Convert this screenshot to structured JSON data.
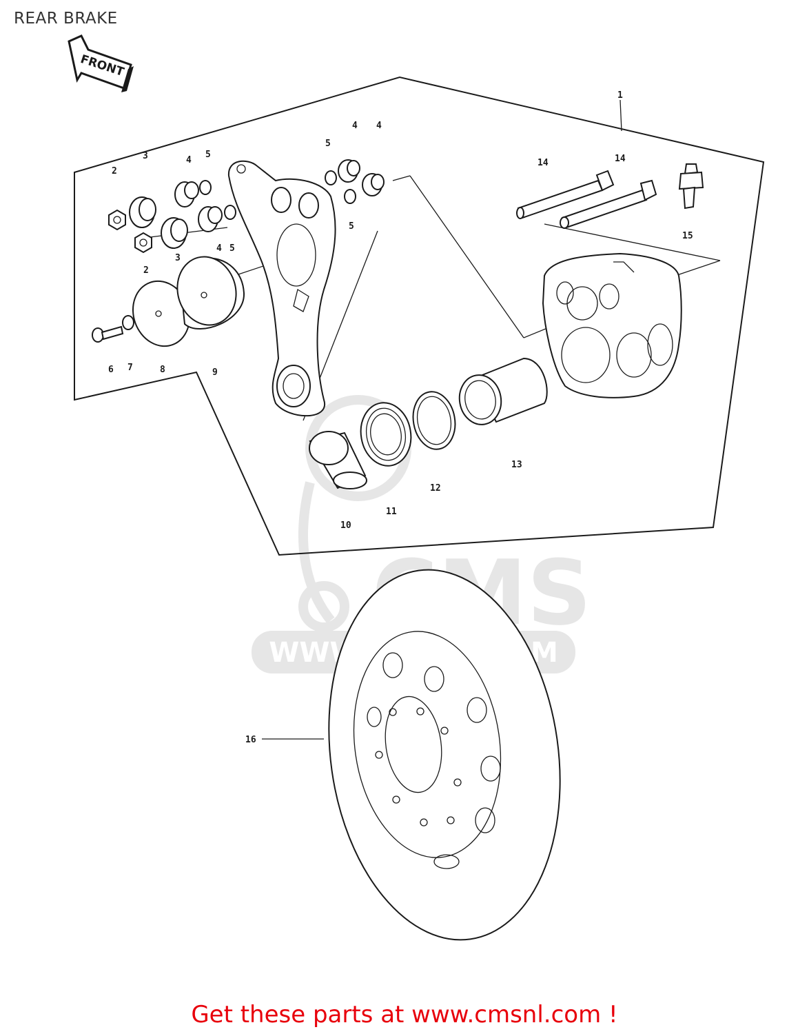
{
  "title": "REAR BRAKE",
  "direction_arrow": {
    "label": "FRONT"
  },
  "watermark": {
    "brand": "CMS",
    "url": "WWW.CMSNL.COM"
  },
  "callouts": [
    "1",
    "2",
    "2",
    "3",
    "3",
    "4",
    "4",
    "4",
    "4",
    "5",
    "5",
    "5",
    "5",
    "6",
    "7",
    "8",
    "9",
    "10",
    "11",
    "12",
    "13",
    "14",
    "14",
    "15",
    "16"
  ],
  "footer": {
    "text": "Get these parts at www.cmsnl.com !"
  },
  "colors": {
    "footer_text": "#e8000b",
    "line_art": "#1a1a1a",
    "watermark": "#e6e6e6"
  }
}
